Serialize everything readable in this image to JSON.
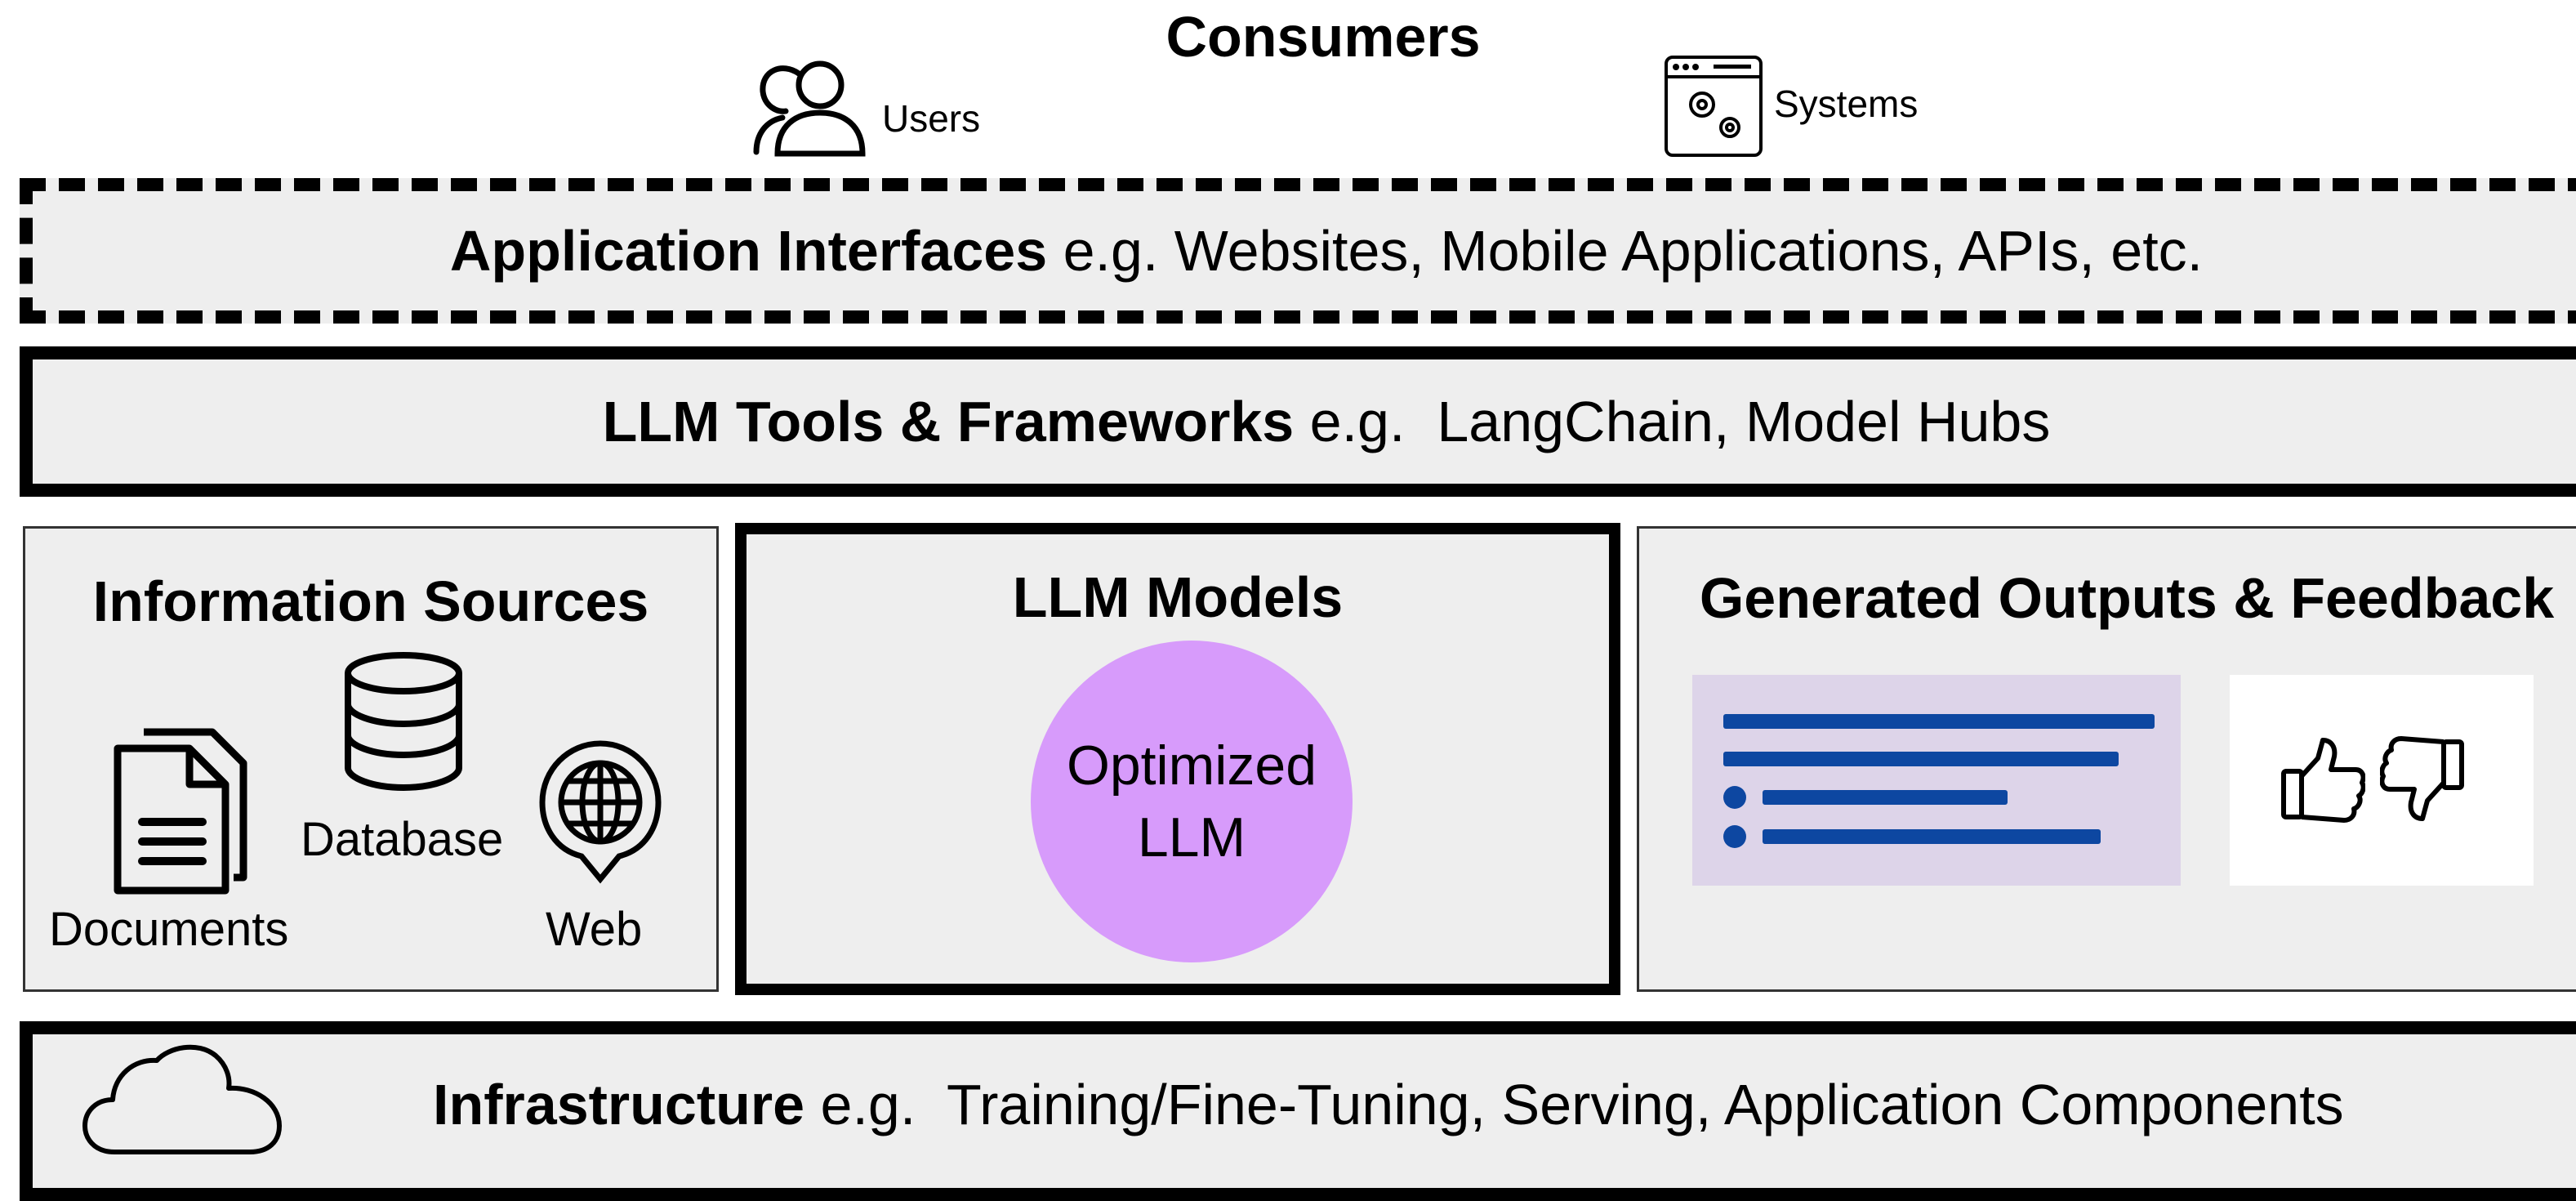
{
  "consumers": {
    "title": "Consumers",
    "users_label": "Users",
    "systems_label": "Systems"
  },
  "layers": {
    "app_interfaces": {
      "bold": "Application Interfaces",
      "rest": " e.g. Websites, Mobile Applications, APIs, etc."
    },
    "llm_tools": {
      "bold": "LLM Tools & Frameworks",
      "rest": " e.g.  LangChain, Model Hubs"
    },
    "infrastructure": {
      "bold": "Infrastructure",
      "rest": " e.g.  Training/Fine-Tuning, Serving, Application Components"
    }
  },
  "panels": {
    "information_sources": {
      "title": "Information Sources",
      "documents_label": "Documents",
      "database_label": "Database",
      "web_label": "Web"
    },
    "llm_models": {
      "title": "LLM Models",
      "circle_line1": "Optimized",
      "circle_line2": "LLM"
    },
    "generated_outputs": {
      "title": "Generated Outputs & Feedback"
    }
  },
  "colors": {
    "layer_fill": "#eeeeee",
    "llm_circle": "#d79bfb",
    "doc_card": "#ddd4e9",
    "doc_lines": "#0d47a1"
  },
  "icons": [
    "users-icon",
    "systems-icon",
    "documents-icon",
    "database-icon",
    "web-icon",
    "cloud-icon",
    "thumbs-up-icon",
    "thumbs-down-icon"
  ]
}
